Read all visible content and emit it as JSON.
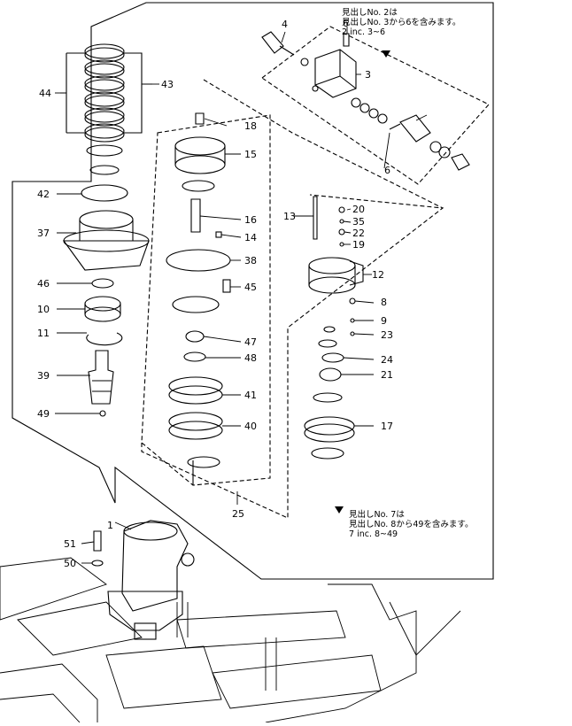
{
  "notes": {
    "top": [
      "見出しNo. 2は",
      "見出しNo. 3から6を含みます。",
      "2  inc. 3~6"
    ],
    "bottom": [
      "見出しNo. 7は",
      "見出しNo. 8から49を含みます。",
      "7  inc. 8~49"
    ]
  },
  "callouts": [
    "1",
    "3",
    "4",
    "6",
    "6",
    "8",
    "9",
    "10",
    "11",
    "12",
    "13",
    "14",
    "15",
    "16",
    "17",
    "18",
    "19",
    "20",
    "21",
    "22",
    "23",
    "24",
    "25",
    "35",
    "37",
    "38",
    "39",
    "40",
    "41",
    "42",
    "43",
    "44",
    "45",
    "46",
    "47",
    "48",
    "49",
    "50",
    "51"
  ]
}
